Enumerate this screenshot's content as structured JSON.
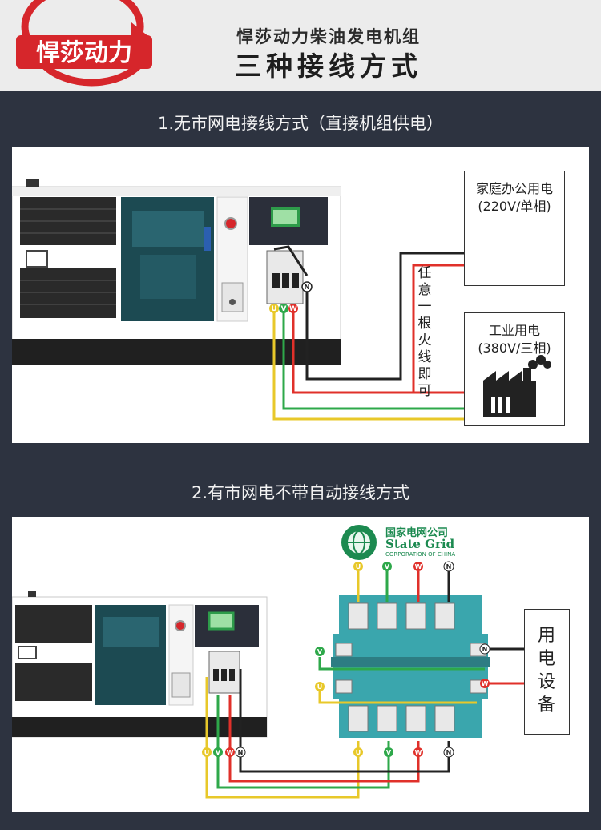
{
  "header": {
    "logo_text": "悍莎动力",
    "title_top": "悍莎动力柴油发电机组",
    "title_main": "三种接线方式"
  },
  "section1": {
    "title": "1.无市网电接线方式（直接机组供电）",
    "load_home_line1": "家庭办公用电",
    "load_home_line2": "(220V/单相)",
    "load_industry_line1": "工业用电",
    "load_industry_line2": "(380V/三相)",
    "note_chars": [
      "任",
      "意",
      "一",
      "根",
      "火",
      "线",
      "即",
      "可"
    ],
    "terminals": [
      "U",
      "V",
      "W",
      "N"
    ]
  },
  "section2": {
    "title": "2.有市网电不带自动接线方式",
    "state_grid_cn": "国家电网公司",
    "state_grid_en": "State Grid",
    "state_grid_sub": "CORPORATION OF CHINA",
    "equipment_chars": [
      "用",
      "电",
      "设",
      "备"
    ],
    "terminals": [
      "U",
      "V",
      "W",
      "N"
    ]
  },
  "colors": {
    "U": "#e8c82a",
    "V": "#2ea84a",
    "W": "#e0302a",
    "N": "#222222",
    "brand_red": "#d6262b",
    "panel_bg": "#2d3340",
    "switch_teal": "#3aa6ad"
  }
}
